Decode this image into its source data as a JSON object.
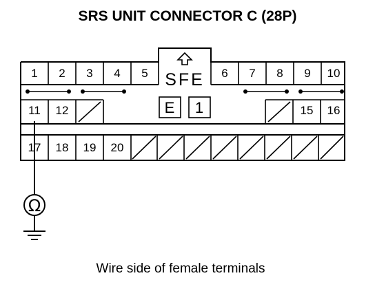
{
  "title": "SRS UNIT CONNECTOR C (28P)",
  "caption": "Wire side of female terminals",
  "connector": {
    "lock_label": "SFE",
    "box_left": "E",
    "box_right": "1",
    "row1": [
      "1",
      "2",
      "3",
      "4",
      "5",
      "6",
      "7",
      "8",
      "9",
      "10"
    ],
    "row2_left": [
      "11",
      "12"
    ],
    "row2_right": [
      "15",
      "16"
    ],
    "row3": [
      "17",
      "18",
      "19",
      "20"
    ]
  },
  "meter": {
    "symbol": "Ω",
    "lead_pin": "11"
  },
  "icons": {
    "lock_arrow": "up-arrow-icon",
    "meter": "ohmmeter-icon",
    "ground": "ground-icon"
  }
}
